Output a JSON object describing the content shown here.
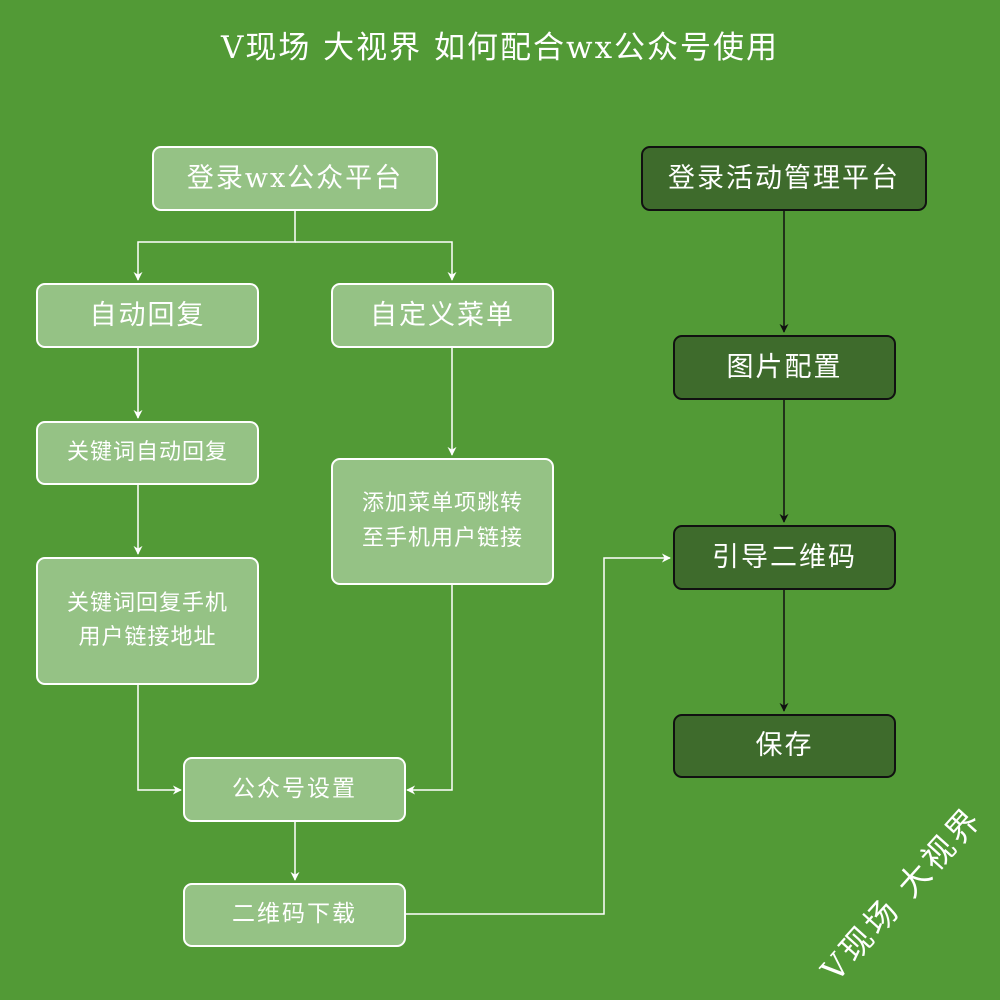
{
  "title": "V现场 大视界 如何配合wx公众号使用",
  "watermark": "V现场 大视界",
  "colors": {
    "background": "#529a36",
    "light_node": "#95c285",
    "dark_node": "#3e6b2c",
    "light_edge": "#ffffff",
    "dark_edge": "#111111"
  },
  "nodes": {
    "login_wx": "登录wx公众平台",
    "auto_reply": "自动回复",
    "custom_menu": "自定义菜单",
    "keyword_reply": "关键词自动回复",
    "keyword_reply_link_1": "关键词回复手机",
    "keyword_reply_link_2": "用户链接地址",
    "add_menu_item_1": "添加菜单项跳转",
    "add_menu_item_2": "至手机用户链接",
    "account_settings": "公众号设置",
    "qr_download": "二维码下载",
    "login_activity": "登录活动管理平台",
    "image_config": "图片配置",
    "guide_qr": "引导二维码",
    "save": "保存"
  }
}
